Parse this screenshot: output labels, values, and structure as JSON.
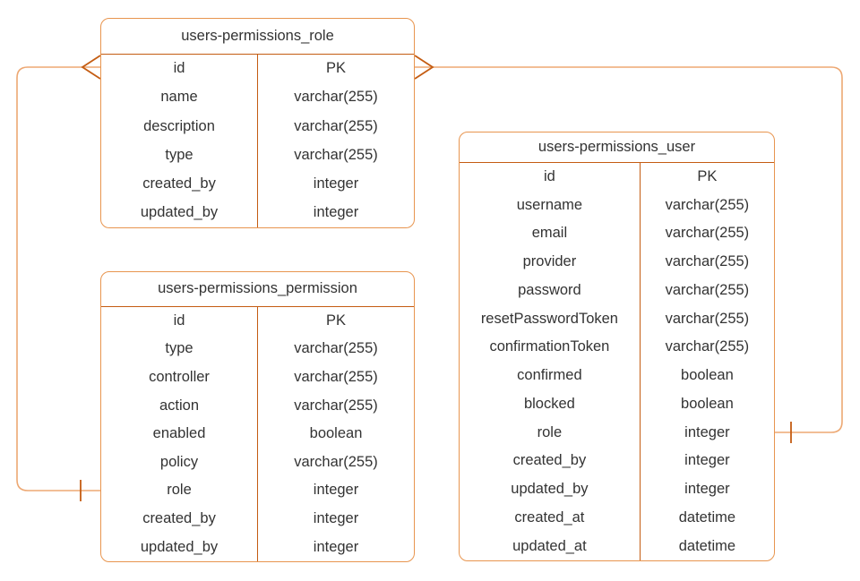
{
  "diagram": {
    "type": "entity-relationship",
    "notation": "crows-foot",
    "background": "#ffffff",
    "colors": {
      "table_border": "#E8954F",
      "divider": "#C45C12",
      "connector_line": "#EDA873",
      "connector_accent": "#C45C12",
      "text": "#333333"
    }
  },
  "entities": [
    {
      "title": "users-permissions_role",
      "fields": [
        {
          "name": "id",
          "type": "PK"
        },
        {
          "name": "name",
          "type": "varchar(255)"
        },
        {
          "name": "description",
          "type": "varchar(255)"
        },
        {
          "name": "type",
          "type": "varchar(255)"
        },
        {
          "name": "created_by",
          "type": "integer"
        },
        {
          "name": "updated_by",
          "type": "integer"
        }
      ]
    },
    {
      "title": "users-permissions_permission",
      "fields": [
        {
          "name": "id",
          "type": "PK"
        },
        {
          "name": "type",
          "type": "varchar(255)"
        },
        {
          "name": "controller",
          "type": "varchar(255)"
        },
        {
          "name": "action",
          "type": "varchar(255)"
        },
        {
          "name": "enabled",
          "type": "boolean"
        },
        {
          "name": "policy",
          "type": "varchar(255)"
        },
        {
          "name": "role",
          "type": "integer"
        },
        {
          "name": "created_by",
          "type": "integer"
        },
        {
          "name": "updated_by",
          "type": "integer"
        }
      ]
    },
    {
      "title": "users-permissions_user",
      "fields": [
        {
          "name": "id",
          "type": "PK"
        },
        {
          "name": "username",
          "type": "varchar(255)"
        },
        {
          "name": "email",
          "type": "varchar(255)"
        },
        {
          "name": "provider",
          "type": "varchar(255)"
        },
        {
          "name": "password",
          "type": "varchar(255)"
        },
        {
          "name": "resetPasswordToken",
          "type": "varchar(255)"
        },
        {
          "name": "confirmationToken",
          "type": "varchar(255)"
        },
        {
          "name": "confirmed",
          "type": "boolean"
        },
        {
          "name": "blocked",
          "type": "boolean"
        },
        {
          "name": "role",
          "type": "integer"
        },
        {
          "name": "created_by",
          "type": "integer"
        },
        {
          "name": "updated_by",
          "type": "integer"
        },
        {
          "name": "created_at",
          "type": "datetime"
        },
        {
          "name": "updated_at",
          "type": "datetime"
        }
      ]
    }
  ],
  "relationships": [
    {
      "from_entity": "users-permissions_role",
      "from_field": "id",
      "from_cardinality": "many",
      "to_entity": "users-permissions_permission",
      "to_field": "role",
      "to_cardinality": "one"
    },
    {
      "from_entity": "users-permissions_role",
      "from_field": "id",
      "from_cardinality": "many",
      "to_entity": "users-permissions_user",
      "to_field": "role",
      "to_cardinality": "one"
    }
  ]
}
